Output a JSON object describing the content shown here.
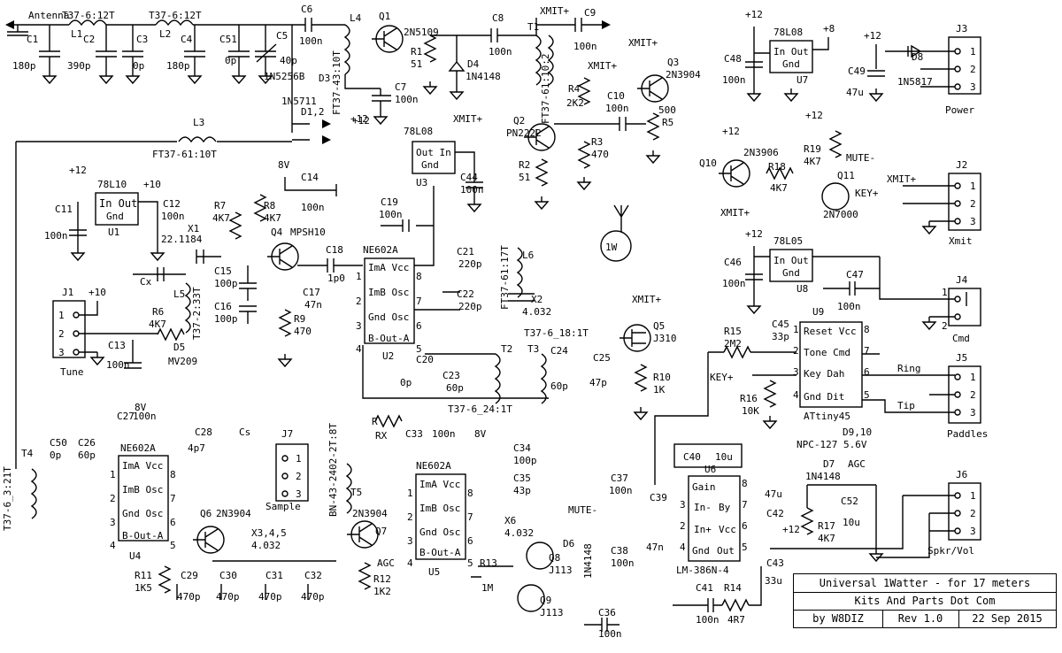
{
  "title_block": {
    "title": "Universal 1Watter - for 17 meters",
    "company": "Kits And Parts Dot Com",
    "author": "by W8DIZ",
    "rev": "Rev 1.0",
    "date": "22 Sep 2015"
  },
  "connectors": [
    {
      "ref": "J1",
      "name": "Tune",
      "pins": [
        "1",
        "2",
        "3"
      ]
    },
    {
      "ref": "J2",
      "name": "Xmit",
      "pins": [
        "1",
        "2",
        "3"
      ]
    },
    {
      "ref": "J3",
      "name": "Power",
      "pins": [
        "1",
        "2",
        "3"
      ]
    },
    {
      "ref": "J4",
      "name": "Cmd",
      "pins": [
        "1",
        "2"
      ]
    },
    {
      "ref": "J5",
      "name": "Paddles",
      "pins": [
        "1",
        "2",
        "3"
      ]
    },
    {
      "ref": "J6",
      "name": "Spkr/Vol",
      "pins": [
        "1",
        "2",
        "3"
      ]
    },
    {
      "ref": "J7",
      "name": "Sample",
      "pins": [
        "1",
        "2",
        "3"
      ]
    }
  ],
  "ics": [
    {
      "ref": "U1",
      "part": "78L10",
      "pins": [
        "In",
        "Out",
        "Gnd"
      ]
    },
    {
      "ref": "U3",
      "part": "78L08",
      "pins": [
        "Out",
        "In",
        "Gnd"
      ]
    },
    {
      "ref": "U7",
      "part": "78L08",
      "pins": [
        "In",
        "Out",
        "Gnd"
      ]
    },
    {
      "ref": "U8",
      "part": "78L05",
      "pins": [
        "In",
        "Out",
        "Gnd"
      ]
    },
    {
      "ref": "U2",
      "part": "NE602A",
      "pins": [
        "ImA",
        "Vcc",
        "ImB",
        "Osc",
        "Gnd",
        "Osc",
        "B-Out-A"
      ]
    },
    {
      "ref": "U4",
      "part": "NE602A",
      "pins": [
        "ImA",
        "Vcc",
        "ImB",
        "Osc",
        "Gnd",
        "Osc",
        "B-Out-A"
      ]
    },
    {
      "ref": "U5",
      "part": "NE602A",
      "pins": [
        "ImA",
        "Vcc",
        "ImB",
        "Osc",
        "Gnd",
        "Osc",
        "B-Out-A"
      ]
    },
    {
      "ref": "U6",
      "part": "LM-386N-4",
      "pins": [
        "Gain",
        "In-",
        "By",
        "In+",
        "Vcc",
        "Gnd",
        "Out"
      ]
    },
    {
      "ref": "U9",
      "part": "ATtiny45",
      "pins": [
        "Reset",
        "Vcc",
        "Tone",
        "Cmd",
        "Key",
        "Dah",
        "Gnd",
        "Dit"
      ]
    }
  ],
  "labels": {
    "antenna": "Antenna",
    "t37_6_12t_a": "T37-6:12T",
    "t37_6_12t_b": "T37-6:12T",
    "ft37_61_10t": "FT37-61:10T",
    "ft37_43_10t": "FT37-43:10T",
    "ft37_61_10_2": "FT37-61:10:2",
    "ft37_61_17t": "FT37-61:17T",
    "t37_6_18_1t": "T37-6_18:1T",
    "t37_6_24_1t": "T37-6_24:1T",
    "t37_2_33t": "T37-2:33T",
    "t37_6_3_21t": "T37-6_3:21T",
    "bn_43": "BN-43-2402-2T:8T",
    "xmit": "XMIT+",
    "mute": "MUTE-",
    "key": "KEY+",
    "agc": "AGC",
    "p12": "+12",
    "p10": "+10",
    "p8": "+8",
    "v8": "8V",
    "w1": "1W",
    "ring": "Ring",
    "tip": "Tip",
    "npc": "NPC-127 5.6V",
    "d910": "D9,10",
    "x345": "X3,4,5",
    "f4032": "4.032",
    "x1f": "22.1184",
    "rx": "RX",
    "cs": "Cs",
    "cx": "Cx"
  },
  "parts": {
    "C1": "180p",
    "C2": "390p",
    "C3": "0p",
    "C4": "180p",
    "C51": "0p",
    "C5": "40p",
    "C6": "100n",
    "C7": "100n",
    "C8": "100n",
    "C9": "100n",
    "C10": "100n",
    "C11": "100n",
    "C12": "100n",
    "C13": "100n",
    "C14": "100n",
    "C15": "100p",
    "C16": "100p",
    "C17": "47n",
    "C18": "1p0",
    "C19": "100n",
    "C20": "0p",
    "C21": "220p",
    "C22": "220p",
    "C23": "60p",
    "C24": "60p",
    "C25": "47p",
    "C26": "60p",
    "C27": "100n",
    "C28": "4p7",
    "C29": "470p",
    "C30": "470p",
    "C31": "470p",
    "C32": "470p",
    "C33": "100n",
    "C34": "100p",
    "C35": "43p",
    "C36": "100n",
    "C37": "100n",
    "C38": "100n",
    "C39": "47n",
    "C40": "10u",
    "C41": "100n",
    "C42": "47u",
    "C43": "33u",
    "C44": "100n",
    "C45": "33p",
    "C46": "100n",
    "C47": "100n",
    "C48": "100n",
    "C49": "47u",
    "C50": "0p",
    "C52": "10u",
    "R1": "51",
    "R2": "51",
    "R3": "470",
    "R4": "2K2",
    "R5": "500",
    "R6": "4K7",
    "R7": "4K7",
    "R8": "4K7",
    "R9": "470",
    "R10": "1K",
    "R11": "1K5",
    "R12": "1K2",
    "R13": "1M",
    "R14": "4R7",
    "R15": "2M2",
    "R16": "10K",
    "R17": "4K7",
    "R18": "4K7",
    "R19": "4K7",
    "Q1": "2N5109",
    "Q2": "PN2222",
    "Q3": "2N3904",
    "Q4": "MPSH10",
    "Q5": "J310",
    "Q6": "2N3904",
    "Q7": "2N3904",
    "Q8": "J113",
    "Q9": "J113",
    "Q10": "2N3906",
    "Q11": "2N7000",
    "D1,2": "1N5711",
    "D3": "1N5256B",
    "D4": "1N4148",
    "D5": "MV209",
    "D6": "1N4148",
    "D7": "1N4148",
    "D8": "1N5817",
    "X1": "22.1184",
    "X2": "4.032",
    "X6": "4.032"
  }
}
